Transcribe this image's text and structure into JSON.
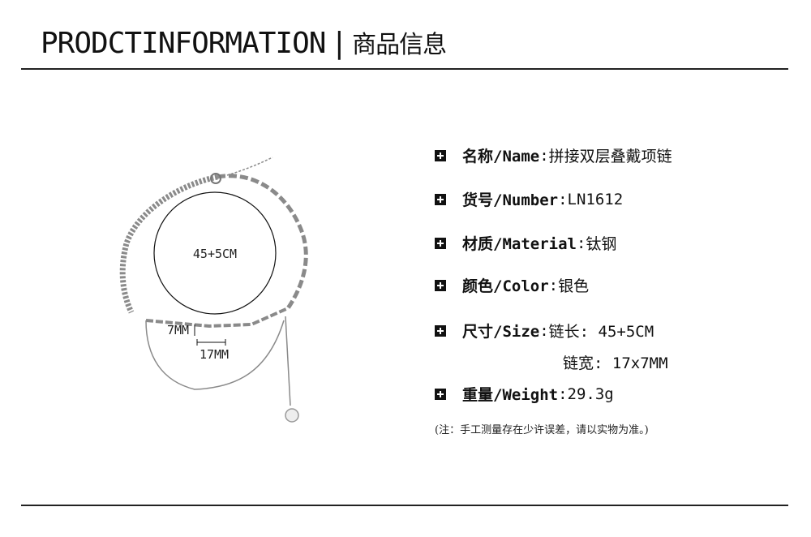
{
  "header": {
    "title_en": "PRODCTINFORMATION",
    "separator": "|",
    "title_cn": "商品信息"
  },
  "figure": {
    "circle_label": "45+5CM",
    "width_label": "7MM",
    "length_label": "17MM"
  },
  "specs": [
    {
      "label": "名称/Name",
      "separator": ":",
      "value": "拼接双层叠戴项链"
    },
    {
      "label": "货号/Number",
      "separator": ":",
      "value": "LN1612"
    },
    {
      "label": "材质/Material",
      "separator": ":",
      "value": "钛钢"
    },
    {
      "label": "颜色/Color",
      "separator": ":",
      "value": "银色"
    },
    {
      "label": "尺寸/Size",
      "separator": ":",
      "value": "链长: 45+5CM"
    },
    {
      "label": "重量/Weight",
      "separator": ":",
      "value": "29.3g"
    }
  ],
  "size_extra": "链宽: 17x7MM",
  "note": "(注：手工测量存在少许误差，请以实物为准。)",
  "icons": {
    "bullet": "plus-square-icon"
  },
  "colors": {
    "text": "#111111",
    "rule": "#222222",
    "background": "#ffffff"
  }
}
